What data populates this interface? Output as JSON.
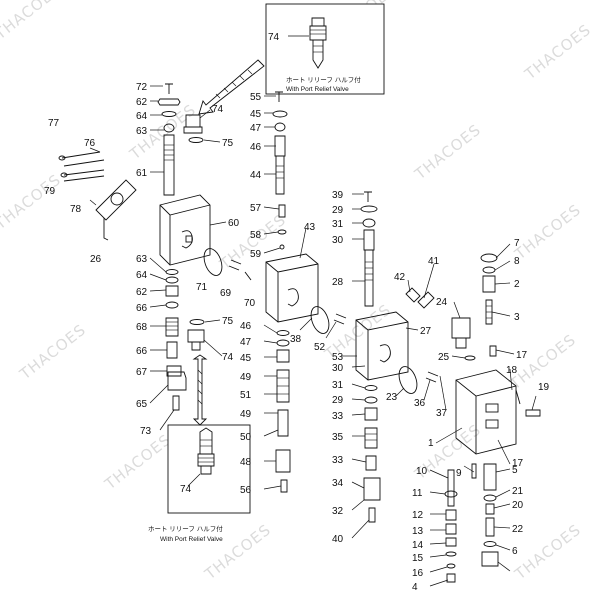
{
  "watermark_text": "THACOES",
  "insets": [
    {
      "part": "74",
      "caption_jp": "ホート リリーフ ハルフ付",
      "caption_en": "With Port Relief Valve"
    },
    {
      "part": "74",
      "caption_jp": "ホート リリーフ ハルフ付",
      "caption_en": "With Port Relief Valve"
    }
  ],
  "labels": [
    "72",
    "62",
    "64",
    "63",
    "61",
    "74",
    "75",
    "77",
    "76",
    "79",
    "78",
    "26",
    "60",
    "63",
    "64",
    "62",
    "66",
    "68",
    "66",
    "67",
    "65",
    "73",
    "71",
    "69",
    "70",
    "75",
    "74",
    "55",
    "45",
    "47",
    "46",
    "44",
    "57",
    "58",
    "59",
    "43",
    "46",
    "47",
    "45",
    "49",
    "51",
    "49",
    "50",
    "48",
    "56",
    "38",
    "52",
    "39",
    "29",
    "31",
    "30",
    "28",
    "42",
    "41",
    "53",
    "30",
    "31",
    "29",
    "33",
    "35",
    "33",
    "34",
    "32",
    "40",
    "27",
    "23",
    "36",
    "37",
    "7",
    "8",
    "2",
    "3",
    "24",
    "25",
    "17",
    "18",
    "19",
    "1",
    "17",
    "9",
    "10",
    "11",
    "12",
    "13",
    "14",
    "15",
    "16",
    "4",
    "5",
    "21",
    "20",
    "22",
    "6"
  ]
}
